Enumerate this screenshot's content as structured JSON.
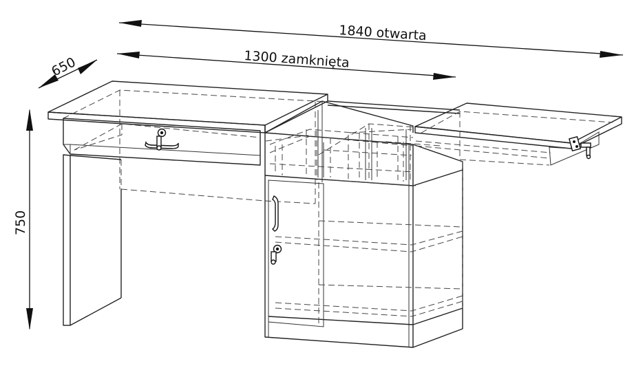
{
  "diagram": {
    "dimensions": {
      "open_width": "1840 otwarta",
      "closed_width": "1300 zamknięta",
      "depth": "650",
      "height": "750"
    },
    "colors": {
      "line": "#222222",
      "background": "#ffffff"
    }
  }
}
